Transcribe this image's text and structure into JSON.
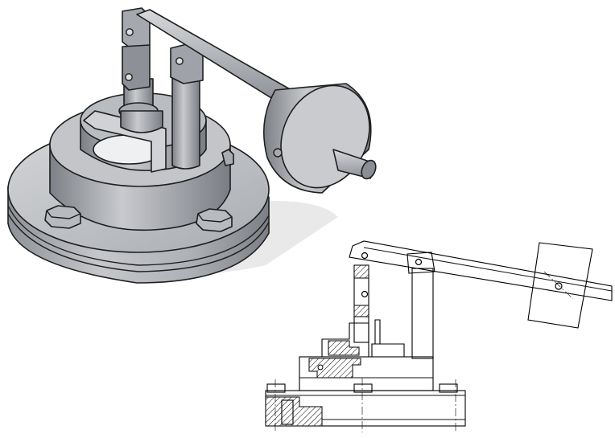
{
  "figure": {
    "views": [
      {
        "id": "isometric",
        "style": "shaded 3D render"
      },
      {
        "id": "section",
        "style": "line drawing, sectioned with hatching"
      }
    ],
    "colors": {
      "body_light": "#c9cbcf",
      "body_mid": "#a2a5aa",
      "body_dark": "#6f7379",
      "outline": "#1e1e1e",
      "shadow": "#e4e4e4",
      "background": "#ffffff"
    }
  }
}
